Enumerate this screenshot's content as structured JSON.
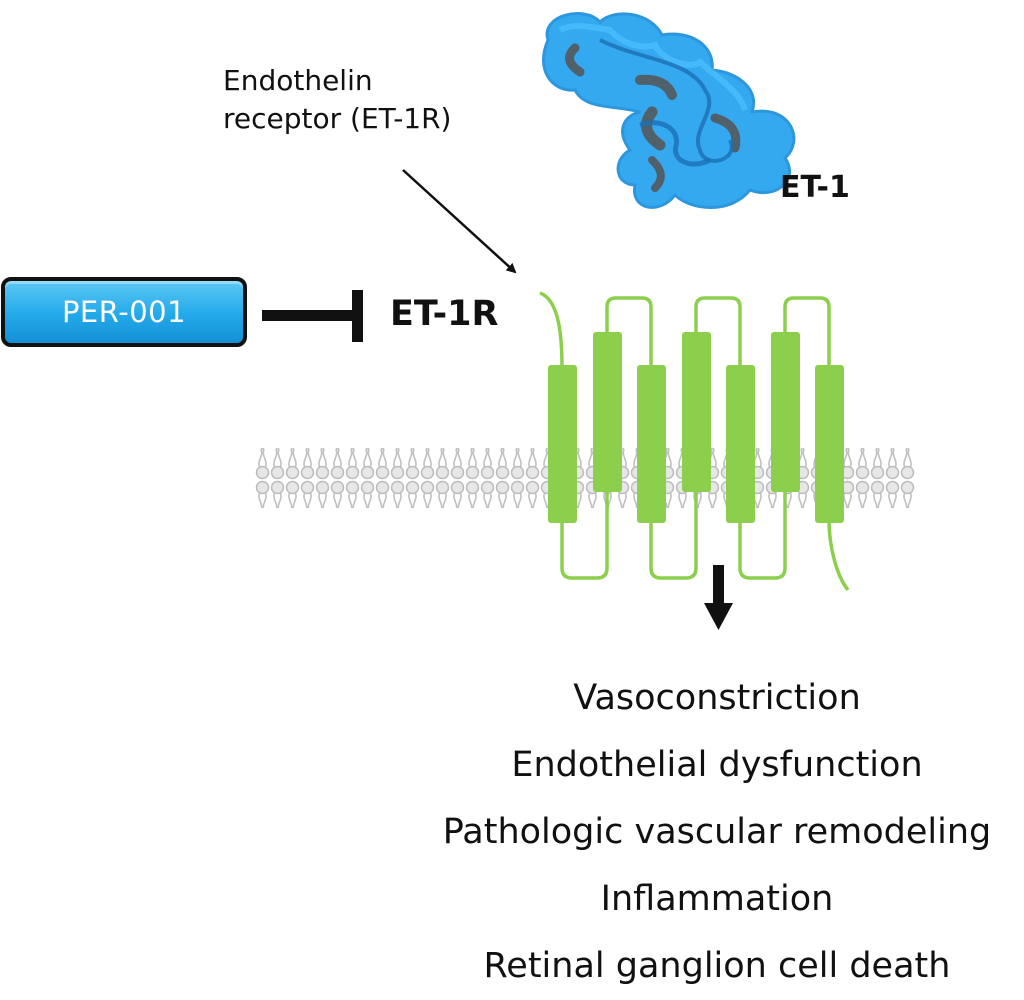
{
  "ligand": {
    "label": "ET-1",
    "color": "#35a9f0"
  },
  "receptor": {
    "annotation_line1": "Endothelin",
    "annotation_line2": "receptor (ET-1R)",
    "label": "ET-1R",
    "color": "#8ccf4d",
    "membrane_color": "#c4c4c4"
  },
  "inhibitor": {
    "name": "PER-001",
    "color": "#22a9ea"
  },
  "effects": [
    "Vasoconstriction",
    "Endothelial dysfunction",
    "Pathologic vascular remodeling",
    "Inflammation",
    "Retinal ganglion cell death"
  ]
}
